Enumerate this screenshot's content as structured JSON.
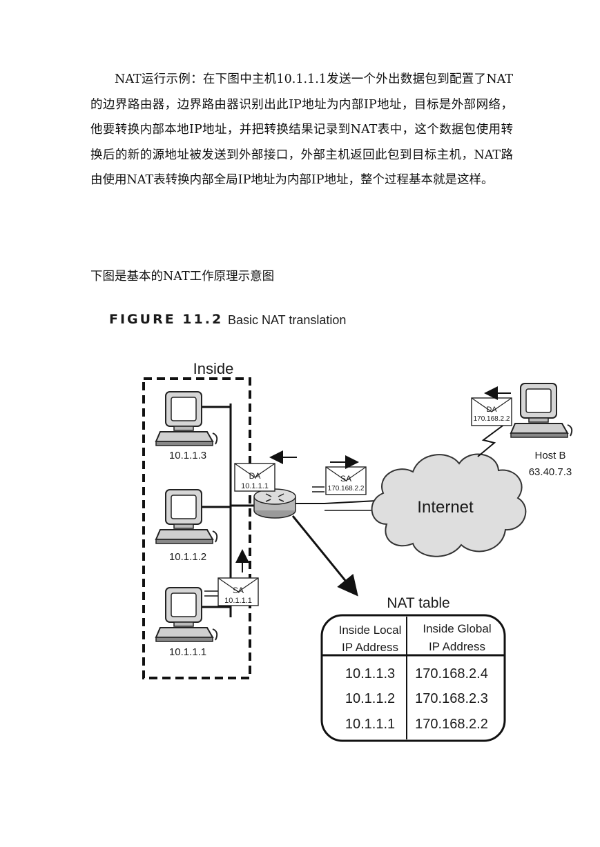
{
  "document": {
    "paragraph": "NAT运行示例：在下图中主机10.1.1.1发送一个外出数据包到配置了NAT的边界路由器，边界路由器识别出此IP地址为内部IP地址，目标是外部网络，他要转换内部本地IP地址，并把转换结果记录到NAT表中，这个数据包使用转换后的新的源地址被发送到外部接口，外部主机返回此包到目标主机，NAT路由使用NAT表转换内部全局IP地址为内部IP地址，整个过程基本就是这样。",
    "caption": "下图是基本的NAT工作原理示意图"
  },
  "figure": {
    "label": "FIGURE 11.2",
    "title": "Basic NAT translation",
    "inside_label": "Inside",
    "hosts": [
      {
        "ip": "10.1.1.3"
      },
      {
        "ip": "10.1.1.2"
      },
      {
        "ip": "10.1.1.1"
      }
    ],
    "envelopes": {
      "inside_da": {
        "tag": "DA",
        "ip": "10.1.1.1"
      },
      "inside_sa": {
        "tag": "SA",
        "ip": "10.1.1.1"
      },
      "outside_sa": {
        "tag": "SA",
        "ip": "170.168.2.2"
      },
      "remote_da": {
        "tag": "DA",
        "ip": "170.168.2.2"
      }
    },
    "cloud_label": "Internet",
    "host_b": {
      "name": "Host B",
      "ip": "63.40.7.3"
    },
    "nat_table": {
      "title": "NAT table",
      "headers": {
        "local_1": "Inside Local",
        "local_2": "IP Address",
        "global_1": "Inside Global",
        "global_2": "IP Address"
      },
      "rows": [
        {
          "local": "10.1.1.3",
          "global": "170.168.2.4"
        },
        {
          "local": "10.1.1.2",
          "global": "170.168.2.3"
        },
        {
          "local": "10.1.1.1",
          "global": "170.168.2.2"
        }
      ]
    }
  }
}
